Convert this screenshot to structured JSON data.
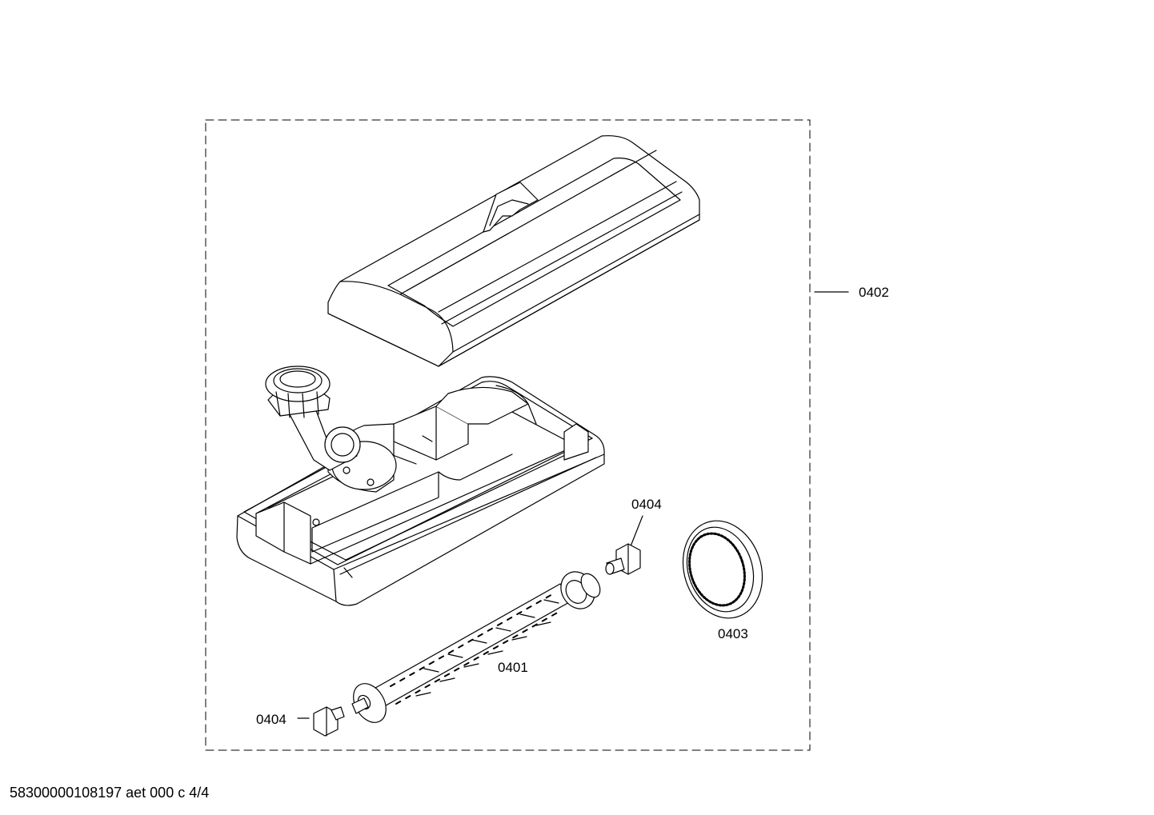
{
  "labels": {
    "housing_assembly": "0402",
    "bracket_top": "0404",
    "belt": "0403",
    "brush_roller": "0401",
    "bracket_bottom": "0404"
  },
  "footer": "58300000108197 aet 000 c 4/4"
}
